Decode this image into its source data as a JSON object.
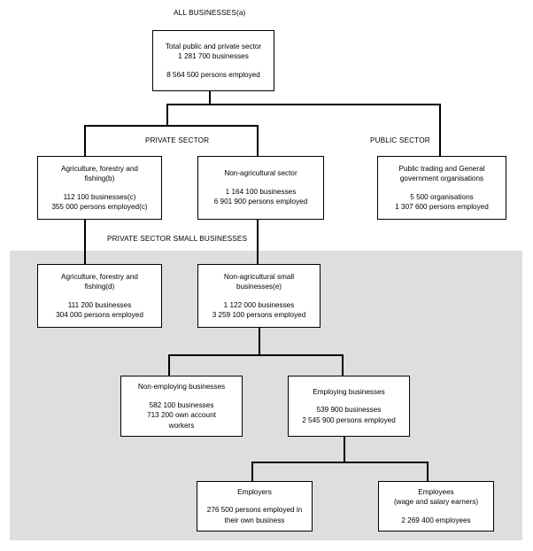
{
  "diagram": {
    "title_top": "ALL BUSINESSES(a)",
    "section_labels": {
      "private": "PRIVATE SECTOR",
      "public": "PUBLIC SECTOR",
      "private_small": "PRIVATE SECTOR SMALL BUSINESSES"
    },
    "shaded_region_color": "#dededf",
    "line_color": "#000000",
    "nodes": {
      "all_businesses": {
        "title": "Total public and private sector\n1 281 700 businesses",
        "stats": "8 564 500 persons employed"
      },
      "private_agriculture": {
        "title": "Agriculture, forestry and\nfishing(b)",
        "stats": "112 100 businesses(c)\n355 000 persons employed(c)"
      },
      "private_nonagricultural": {
        "title": "Non-agricultural sector",
        "stats": "1 164 100 businesses\n6 901 900 persons employed"
      },
      "public_sector": {
        "title": "Public trading and General\ngovernment organisations",
        "stats": "5 500 organisations\n1 307 600 persons employed"
      },
      "small_agriculture": {
        "title": "Agriculture, forestry and\nfishing(d)",
        "stats": "111 200 businesses\n304 000 persons employed"
      },
      "small_nonagricultural": {
        "title": "Non-agricultural small\nbusinesses(e)",
        "stats": "1 122 000 businesses\n3 259 100 persons employed"
      },
      "non_employing": {
        "title": "Non-employing businesses",
        "stats": "582 100 businesses\n713 200 own account\nworkers"
      },
      "employing": {
        "title": "Employing businesses",
        "stats": "539 900 businesses\n2 545 900 persons employed"
      },
      "employers": {
        "title": "Employers",
        "stats": "276 500 persons employed in\ntheir own business"
      },
      "employees": {
        "title": "Employees\n(wage and salary earners)",
        "stats": "2 269 400 employees"
      }
    }
  }
}
